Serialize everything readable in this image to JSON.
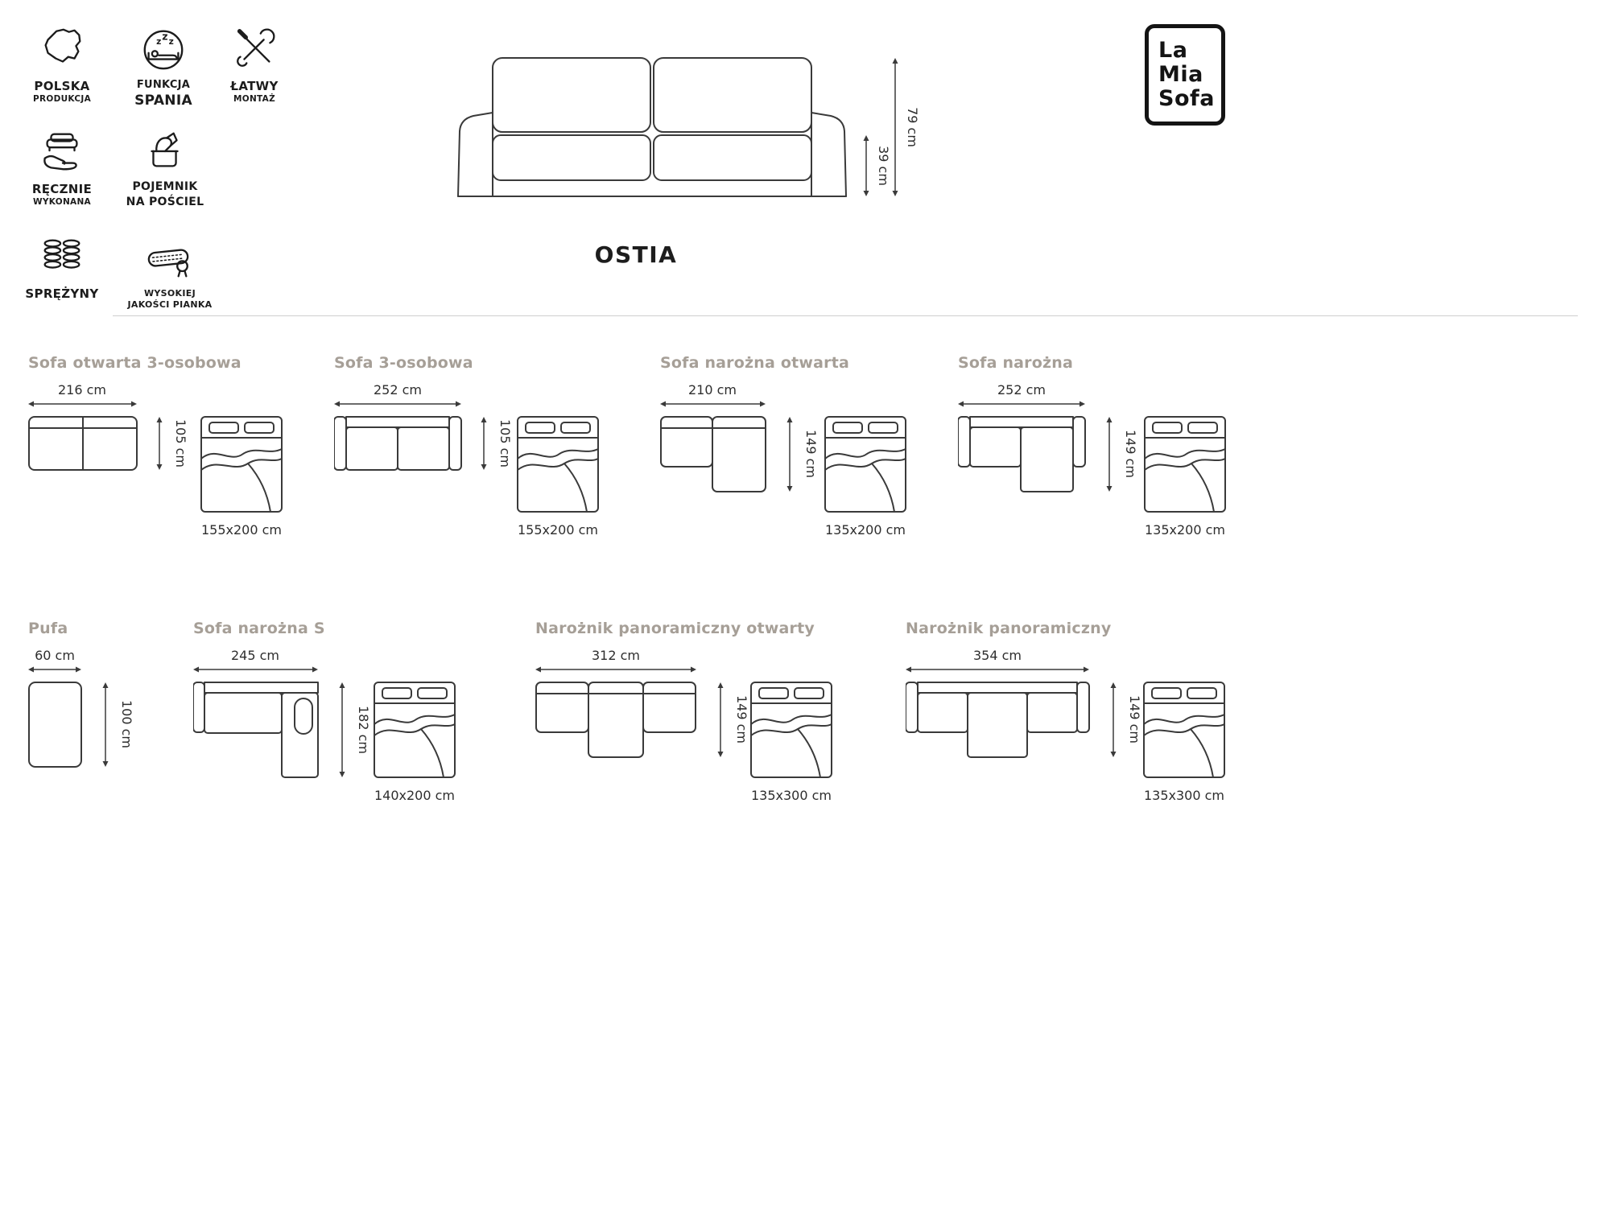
{
  "colors": {
    "line": "#3a3a3a",
    "title": "#a69f97",
    "divider": "#cfcfcf",
    "ink": "#1c1c1c"
  },
  "logo": {
    "line1": "La",
    "line2": "Mia",
    "line3": "Sofa"
  },
  "product": {
    "name": "OSTIA",
    "total_height": "79 cm",
    "seat_height": "39 cm"
  },
  "features": [
    {
      "id": "polska-produkcja",
      "icon": "poland-map-icon",
      "line1": "POLSKA",
      "line2": "PRODUKCJA"
    },
    {
      "id": "funkcja-spania",
      "icon": "sleep-function-icon",
      "line1": "FUNKCJA",
      "line2": "SPANIA"
    },
    {
      "id": "latwy-montaz",
      "icon": "tools-icon",
      "line1": "ŁATWY",
      "line2": "MONTAŻ"
    },
    {
      "id": "recznie-wykonana",
      "icon": "hand-sofa-icon",
      "line1": "RĘCZNIE",
      "line2": "WYKONANA"
    },
    {
      "id": "pojemnik-na-posciel",
      "icon": "bedding-container-icon",
      "line1": "POJEMNIK",
      "line2": "NA POŚCIEL"
    },
    {
      "id": "sprezyny",
      "icon": "springs-icon",
      "line1": "SPRĘŻYNY",
      "line2": ""
    },
    {
      "id": "wysokiej-jakosci-pianka",
      "icon": "foam-quality-icon",
      "line1": "WYSOKIEJ",
      "line2": "JAKOŚCI PIANKA"
    }
  ],
  "configurations": [
    {
      "title": "Sofa otwarta 3-osobowa",
      "width": "216 cm",
      "depth": "105 cm",
      "bed": "155x200 cm"
    },
    {
      "title": "Sofa 3-osobowa",
      "width": "252 cm",
      "depth": "105 cm",
      "bed": "155x200 cm"
    },
    {
      "title": "Sofa narożna otwarta",
      "width": "210 cm",
      "depth": "149 cm",
      "bed": "135x200 cm"
    },
    {
      "title": "Sofa narożna",
      "width": "252 cm",
      "depth": "149 cm",
      "bed": "135x200 cm"
    },
    {
      "title": "Pufa",
      "width": "60 cm",
      "depth": "100 cm"
    },
    {
      "title": "Sofa narożna S",
      "width": "245 cm",
      "depth": "182 cm",
      "bed": "140x200 cm"
    },
    {
      "title": "Narożnik panoramiczny otwarty",
      "width": "312 cm",
      "depth": "149 cm",
      "bed": "135x300 cm"
    },
    {
      "title": "Narożnik panoramiczny",
      "width": "354 cm",
      "depth": "149 cm",
      "bed": "135x300 cm"
    }
  ]
}
